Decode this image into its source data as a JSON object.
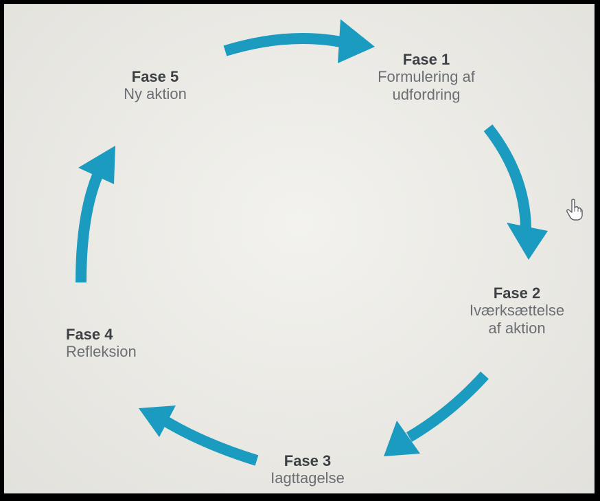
{
  "diagram": {
    "phases": [
      {
        "title": "Fase 1",
        "desc_lines": [
          "Formulering af",
          "udfordring"
        ]
      },
      {
        "title": "Fase 2",
        "desc_lines": [
          "Iværksættelse",
          "af aktion"
        ]
      },
      {
        "title": "Fase 3",
        "desc_lines": [
          "Iagttagelse"
        ]
      },
      {
        "title": "Fase 4",
        "desc_lines": [
          "Refleksion"
        ]
      },
      {
        "title": "Fase 5",
        "desc_lines": [
          "Ny aktion"
        ]
      }
    ],
    "arrow_color": "#1a9bbf",
    "cursor_icon": "hand-pointer-icon"
  }
}
